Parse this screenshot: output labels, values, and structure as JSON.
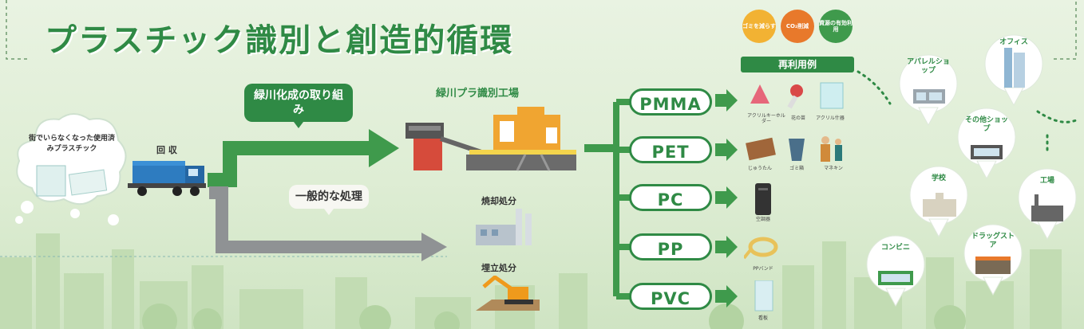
{
  "title": "プラスチック識別と創造的循環",
  "cloud_label": "街でいらなくなった使用済みプラスチック",
  "collection_label": "回 収",
  "initiative_label": "緑川化成の取り組み",
  "general_label": "一般的な処理",
  "factory_label": "緑川プラ識別工場",
  "incineration_label": "焼却処分",
  "landfill_label": "埋立処分",
  "badges": [
    "ゴミを減らす",
    "CO₂削減",
    "資源の有効利用"
  ],
  "reuse_label": "再利用例",
  "materials": [
    "PMMA",
    "PET",
    "PC",
    "PP",
    "PVC"
  ],
  "products": {
    "pmma": [
      "アクリルキーホルダー",
      "花の苗",
      "アクリル什器"
    ],
    "pet": [
      "じゅうたん",
      "ゴミ箱",
      "マネキン"
    ],
    "pc": [
      "空調器"
    ],
    "pp": [
      "PPバンド"
    ],
    "pvc": [
      "看板"
    ]
  },
  "destinations": [
    "アパレルショップ",
    "オフィス",
    "その他ショップ",
    "学校",
    "工場",
    "ドラッグストア",
    "コンビニ"
  ],
  "colors": {
    "green": "#2f8a45",
    "arrow_green": "#3f9a4c",
    "gray": "#8f9294",
    "orange": "#e8792b",
    "yellow": "#f2b233"
  }
}
